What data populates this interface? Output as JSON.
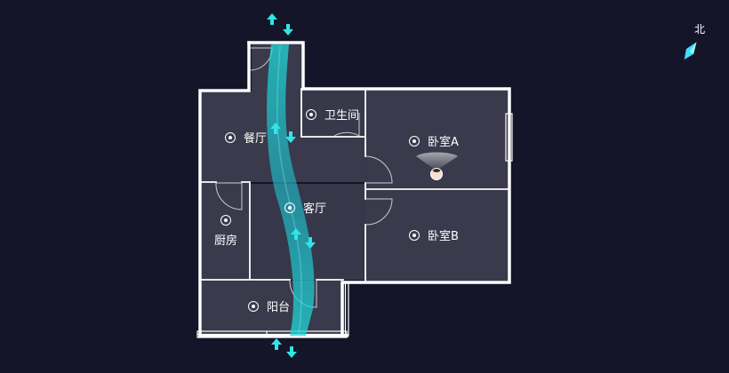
{
  "compass": {
    "label": "北",
    "icon": "compass-needle-icon"
  },
  "rooms": {
    "dining": {
      "label": "餐厅"
    },
    "bathroom": {
      "label": "卫生间"
    },
    "bedroom_a": {
      "label": "卧室A"
    },
    "living": {
      "label": "客厅"
    },
    "kitchen": {
      "label": "厨房"
    },
    "bedroom_b": {
      "label": "卧室B"
    },
    "balcony": {
      "label": "阳台"
    }
  },
  "colors": {
    "background": "#141528",
    "floor": "#3a3a4c",
    "wall": "#ffffff",
    "flow": "#1fd6d6",
    "arrow": "#2ee6e6",
    "compass": "#3fe0ff"
  },
  "icons": [
    "double-arrow-icon",
    "room-marker-icon",
    "avatar-icon",
    "door-swing-icon",
    "window-icon"
  ]
}
